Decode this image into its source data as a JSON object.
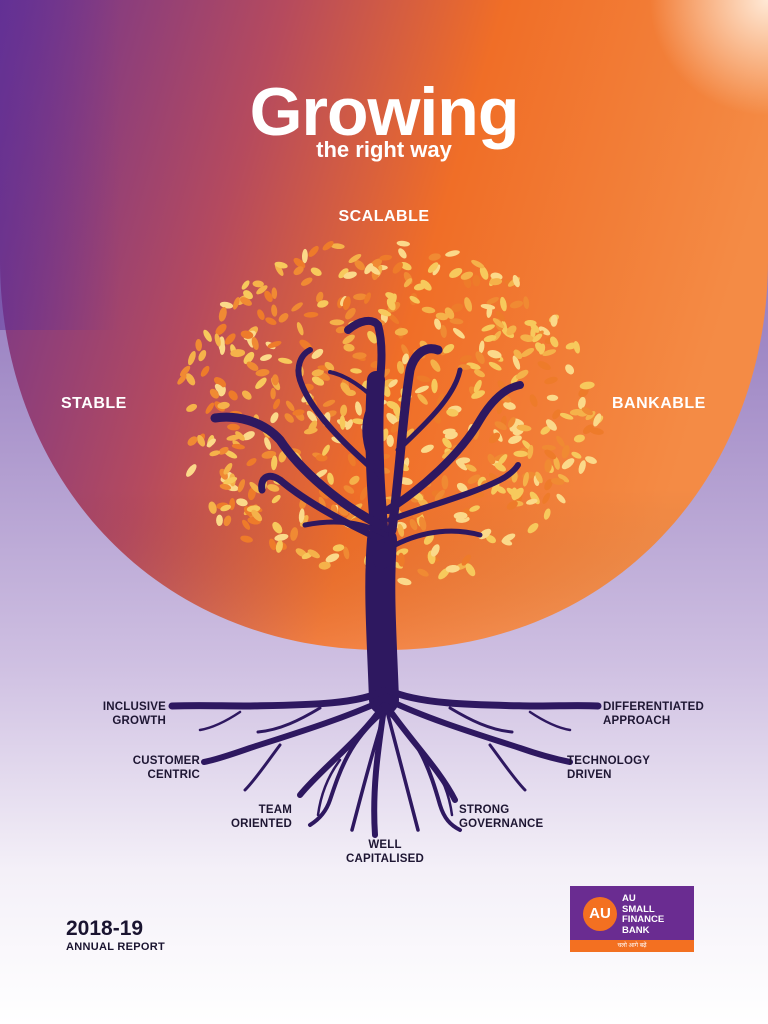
{
  "cover": {
    "title": "Growing",
    "subtitle": "the right way",
    "pillars": {
      "top": "SCALABLE",
      "left": "STABLE",
      "right": "BANKABLE"
    },
    "roots": {
      "inclusive": [
        "INCLUSIVE",
        "GROWTH"
      ],
      "customer": [
        "CUSTOMER",
        "CENTRIC"
      ],
      "team": [
        "TEAM",
        "ORIENTED"
      ],
      "capital": [
        "WELL",
        "CAPITALISED"
      ],
      "governance": [
        "STRONG",
        "GOVERNANCE"
      ],
      "technology": [
        "TECHNOLOGY",
        "DRIVEN"
      ],
      "differentiated": [
        "DIFFERENTIATED",
        "APPROACH"
      ]
    },
    "year": "2018-19",
    "report_label": "ANNUAL REPORT"
  },
  "logo": {
    "mark": "AU",
    "name_lines": [
      "AU",
      "SMALL",
      "FINANCE",
      "BANK"
    ],
    "tagline": "चलो आगे बढ़ें"
  },
  "colors": {
    "purple": "#6a2c91",
    "orange": "#f37021",
    "trunk": "#2e1860",
    "leaf_yellow": "#f7c95c",
    "leaf_orange": "#f08a33"
  }
}
